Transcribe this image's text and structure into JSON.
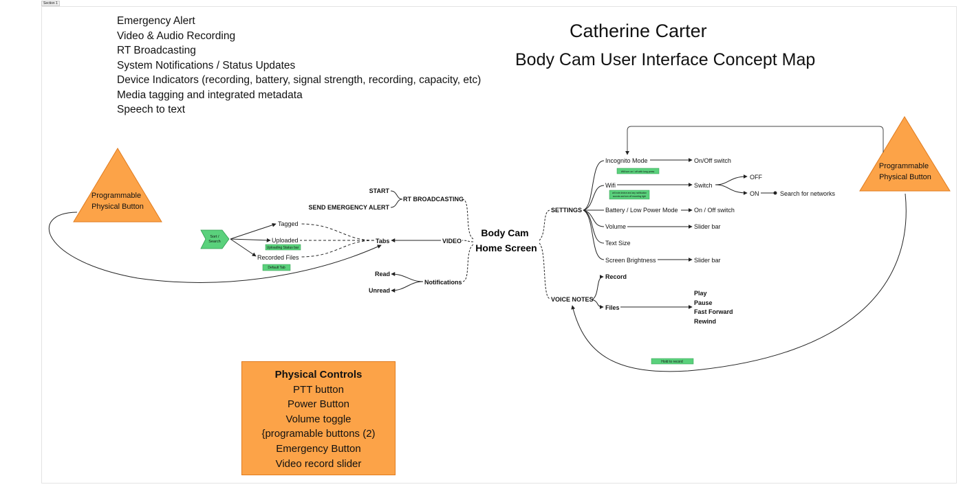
{
  "section_tag": "Section 1",
  "features": [
    "Emergency Alert",
    "Video & Audio Recording",
    "RT Broadcasting",
    "System Notifications / Status Updates",
    "Device Indicators (recording, battery, signal strength, recording, capacity, etc)",
    "Media tagging and integrated metadata",
    "Speech to text"
  ],
  "author": "Catherine Carter",
  "title": "Body Cam User Interface Concept Map",
  "hub": {
    "line1": "Body Cam",
    "line2": "Home Screen"
  },
  "left_button": {
    "line1": "Programmable",
    "line2": "Physical Button"
  },
  "right_button": {
    "line1": "Programmable",
    "line2": "Physical Button"
  },
  "nodes": {
    "start": "START",
    "send_alert": "SEND EMERGENCY ALERT",
    "rt_broadcasting": "RT BROADCASTING",
    "video": "VIDEO",
    "tabs": "Tabs",
    "tagged": "Tagged",
    "uploaded": "Uploaded",
    "recorded_files": "Recorded Files",
    "sort_search": {
      "line1": "Sort /",
      "line2": "Search"
    },
    "notifications": "Notifications",
    "read": "Read",
    "unread": "Unread",
    "settings": "SETTINGS",
    "incognito": "Incognito Mode",
    "onoff_switch": "On/Off switch",
    "wifi": "Wifi",
    "switch": "Switch",
    "off": "OFF",
    "on": "ON",
    "search_networks": "Search for networks",
    "battery": "Battery / Low Power Mode",
    "battery_switch": "On / Off switch",
    "volume": "Volume",
    "volume_slider": "Slider bar",
    "text_size": "Text Size",
    "brightness": "Screen Brightness",
    "brightness_slider": "Slider bar",
    "voice_notes": "VOICE NOTES",
    "record": "Record",
    "files": "Files",
    "play": "Play",
    "pause": "Pause",
    "fast_forward": "Fast Forward",
    "rewind": "Rewind"
  },
  "notes": {
    "incognito_note": "Will turn on / off with long press",
    "wifi_note_1": "will note device and any notification",
    "wifi_note_2": "sounds and turn off recording light",
    "uploading_status": "Uploading Status bar",
    "default_tab": "Default Tab",
    "hold_to_record": "Hold to record"
  },
  "controls": {
    "title": "Physical Controls",
    "items": [
      "PTT button",
      "Power Button",
      "Volume toggle",
      "{programable buttons (2)",
      "Emergency Button",
      "Video record slider"
    ]
  },
  "colors": {
    "orange": "#fca348",
    "green": "#5ad17c",
    "line": "#222222"
  }
}
